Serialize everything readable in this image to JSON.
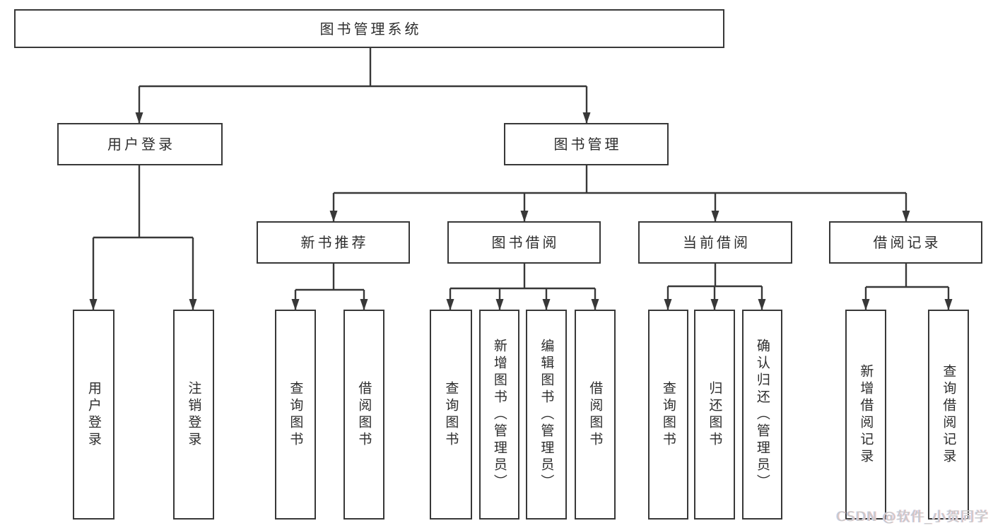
{
  "diagram_title": "图书管理系统",
  "colors": {
    "line": "#383838",
    "text": "#2D2D2D",
    "background": "#FFFFFF",
    "watermark": "#C9C9C9"
  },
  "tree": {
    "label": "图书管理系统",
    "children": [
      {
        "label": "用户登录",
        "children": [
          {
            "label": "用户登录"
          },
          {
            "label": "注销登录"
          }
        ]
      },
      {
        "label": "图书管理",
        "children": [
          {
            "label": "新书推荐",
            "children": [
              {
                "label": "查询图书"
              },
              {
                "label": "借阅图书"
              }
            ]
          },
          {
            "label": "图书借阅",
            "children": [
              {
                "label": "查询图书"
              },
              {
                "label": "新增图书（管理员）"
              },
              {
                "label": "编辑图书（管理员）"
              },
              {
                "label": "借阅图书"
              }
            ]
          },
          {
            "label": "当前借阅",
            "children": [
              {
                "label": "查询图书"
              },
              {
                "label": "归还图书"
              },
              {
                "label": "确认归还（管理员）"
              }
            ]
          },
          {
            "label": "借阅记录",
            "children": [
              {
                "label": "新增借阅记录"
              },
              {
                "label": "查询借阅记录"
              }
            ]
          }
        ]
      }
    ]
  },
  "watermark": {
    "text": "CSDN @软件_小贺同学"
  }
}
